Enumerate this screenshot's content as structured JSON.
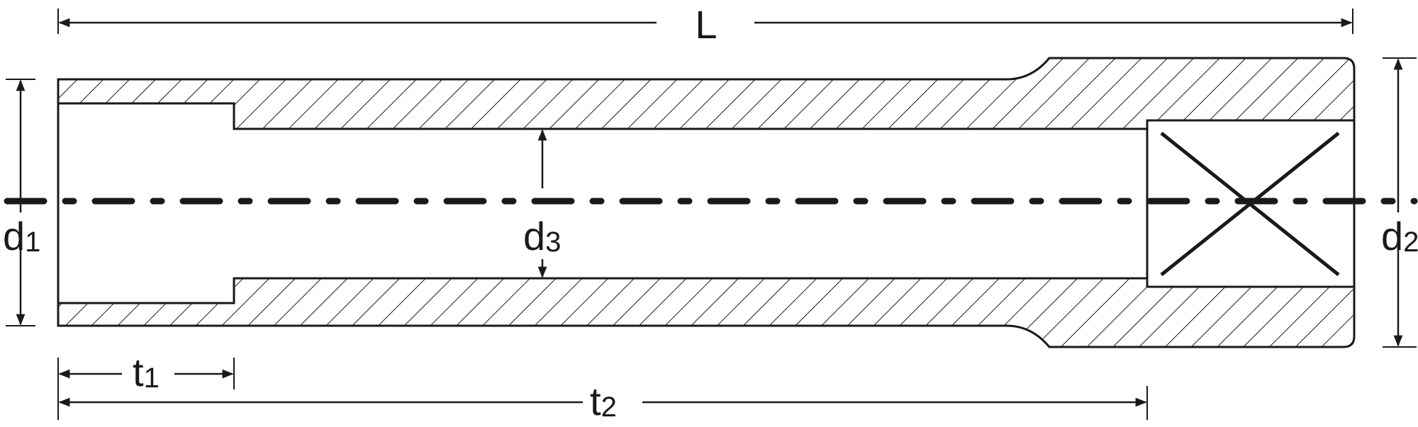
{
  "labels": {
    "overall_length": {
      "main": "L"
    },
    "drive_end_depth": {
      "main": "t",
      "sub": "1"
    },
    "square_depth": {
      "main": "t",
      "sub": "2"
    },
    "outer_diameter_drive": {
      "main": "d",
      "sub": "1"
    },
    "outer_diameter_square": {
      "main": "d",
      "sub": "2"
    },
    "bore_diameter": {
      "main": "d",
      "sub": "3"
    }
  },
  "colors": {
    "line": "#1a1a1a",
    "background": "#ffffff"
  }
}
